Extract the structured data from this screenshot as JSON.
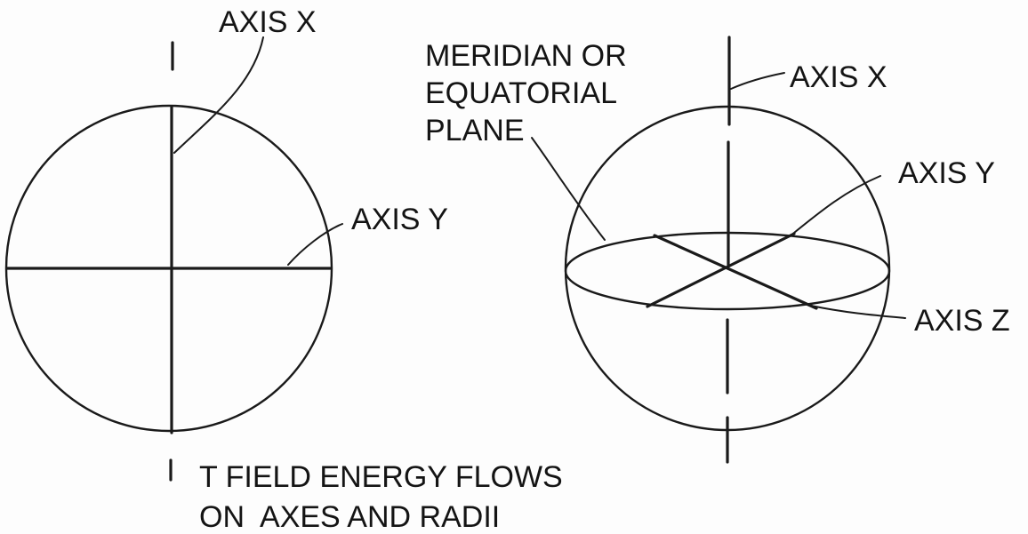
{
  "colors": {
    "background": "#fdfdfd",
    "ink": "#1a1a1a"
  },
  "left_figure": {
    "axis_x_label": "AXIS X",
    "axis_y_label": "AXIS Y"
  },
  "right_figure": {
    "plane_label_lines": [
      "MERIDIAN OR",
      "EQUATORIAL",
      "PLANE"
    ],
    "axis_x_label": "AXIS X",
    "axis_y_label": "AXIS Y",
    "axis_z_label": "AXIS Z"
  },
  "caption_lines": [
    "T FIELD ENERGY FLOWS",
    "ON  AXES AND RADII"
  ]
}
